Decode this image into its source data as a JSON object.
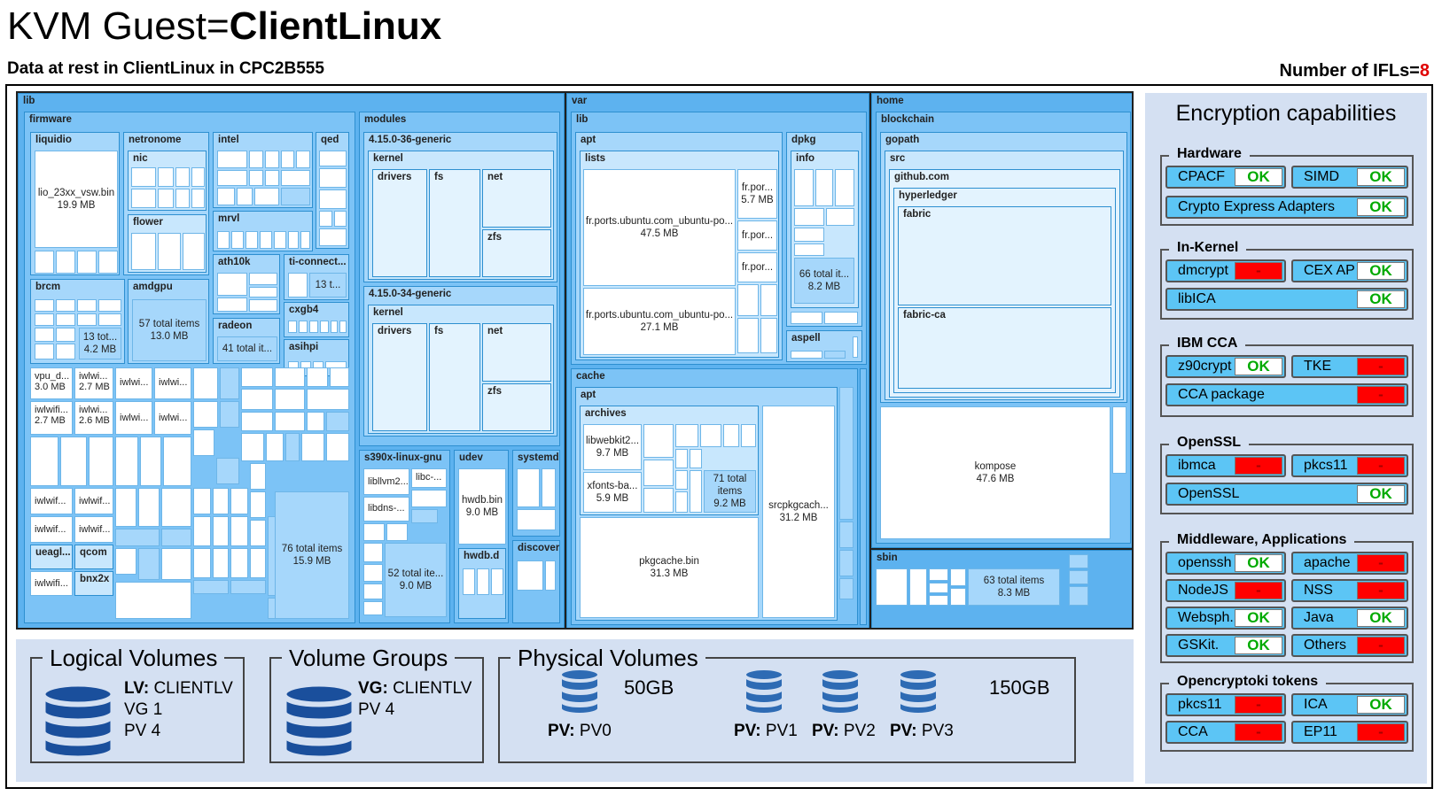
{
  "header": {
    "title_prefix": "KVM Guest=",
    "title_bold": "ClientLinux",
    "subtitle": "Data at rest in ClientLinux in CPC2B555",
    "ifl_label": "Number of IFLs=",
    "ifl_count": "8"
  },
  "treemap": {
    "lib": "lib",
    "firmware": "firmware",
    "liquidio": "liquidio",
    "lio_name": "lio_23xx_vsw.bin",
    "lio_size": "19.9 MB",
    "netronome": "netronome",
    "nic": "nic",
    "flower": "flower",
    "intel": "intel",
    "qed": "qed",
    "mrvl": "mrvl",
    "ath10k": "ath10k",
    "ti_connect": "ti-connect...",
    "ti_sub": "13 t...",
    "cxgb4": "cxgb4",
    "asihpi": "asihpi",
    "brcm": "brcm",
    "brcm_total": "13 tot...",
    "brcm_size": "4.2 MB",
    "amdgpu": "amdgpu",
    "amdgpu_total": "57 total items",
    "amdgpu_size": "13.0 MB",
    "radeon": "radeon",
    "radeon_total": "41 total it...",
    "vpu_name": "vpu_d...",
    "vpu_size": "3.0 MB",
    "iwl1_name": "iwlwi...",
    "iwl1_size": "2.7 MB",
    "iwl2": "iwlwi...",
    "iwl3": "iwlwi...",
    "iwl4_name": "iwlwifi...",
    "iwl4_size": "2.7 MB",
    "iwl5_name": "iwlwi...",
    "iwl5_size": "2.6 MB",
    "iwl6": "iwlwi...",
    "iwl7": "iwlwi...",
    "iwl8": "iwlwif...",
    "iwl9": "iwlwif...",
    "iwl10": "iwlwif...",
    "iwl11": "iwlwif...",
    "ueagl": "ueagl...",
    "qcom": "qcom",
    "iwl12": "iwlwifi...",
    "bnx2x": "bnx2x",
    "fw_total": "76 total items",
    "fw_size": "15.9 MB",
    "modules": "modules",
    "gen36": "4.15.0-36-generic",
    "gen34": "4.15.0-34-generic",
    "kernel": "kernel",
    "drivers": "drivers",
    "fs": "fs",
    "net": "net",
    "zfs": "zfs",
    "s390x": "s390x-linux-gnu",
    "libllvm": "libllvm2...",
    "libc": "libc-...",
    "libdns": "libdns-...",
    "s390_total": "52 total ite...",
    "s390_size": "9.0 MB",
    "udev": "udev",
    "hwdb_bin": "hwdb.bin",
    "hwdb_size": "9.0 MB",
    "hwdb_d": "hwdb.d",
    "systemd": "systemd",
    "discover": "discover",
    "var": "var",
    "var_lib": "lib",
    "apt": "apt",
    "lists": "lists",
    "fr1_name": "fr.ports.ubuntu.com_ubuntu-po...",
    "fr1_size": "47.5 MB",
    "fr2_name": "fr.ports.ubuntu.com_ubuntu-po...",
    "fr2_size": "27.1 MB",
    "fr3_name": "fr.por...",
    "fr3_size": "5.7 MB",
    "fr4": "fr.por...",
    "fr5": "fr.por...",
    "dpkg": "dpkg",
    "info": "info",
    "info_total": "66 total it...",
    "info_size": "8.2 MB",
    "aspell": "aspell",
    "cache": "cache",
    "cache_apt": "apt",
    "archives": "archives",
    "libwebkit_name": "libwebkit2...",
    "libwebkit_size": "9.7 MB",
    "xfonts_name": "xfonts-ba...",
    "xfonts_size": "5.9 MB",
    "arch_total": "71 total items",
    "arch_size": "9.2 MB",
    "srcpkg_name": "srcpkgcach...",
    "srcpkg_size": "31.2 MB",
    "pkgcache_name": "pkgcache.bin",
    "pkgcache_size": "31.3 MB",
    "home": "home",
    "blockchain": "blockchain",
    "gopath": "gopath",
    "src": "src",
    "github": "github.com",
    "hyperledger": "hyperledger",
    "fabric": "fabric",
    "fabric_ca": "fabric-ca",
    "kompose_name": "kompose",
    "kompose_size": "47.6 MB",
    "sbin": "sbin",
    "sbin_total": "63 total items",
    "sbin_size": "8.3 MB"
  },
  "volumes": {
    "lv_title": "Logical Volumes",
    "lv_key": "LV:",
    "lv_value": "CLIENTLV",
    "lv_vg": "VG 1",
    "lv_pv": "PV 4",
    "vg_title": "Volume Groups",
    "vg_key": "VG:",
    "vg_value": "CLIENTLV",
    "vg_pv": "PV 4",
    "pv_title": "Physical Volumes",
    "pv_size1": "50GB",
    "pv_size2": "150GB",
    "pv_key": "PV:",
    "pv0": "PV0",
    "pv1": "PV1",
    "pv2": "PV2",
    "pv3": "PV3"
  },
  "encryption": {
    "title": "Encryption capabilities",
    "groups": {
      "hardware": "Hardware",
      "inkernel": "In-Kernel",
      "ibmcca": "IBM CCA",
      "openssl": "OpenSSL",
      "middleware": "Middleware, Applications",
      "opencryptoki": "Opencryptoki tokens"
    },
    "items": {
      "cpacf": {
        "label": "CPACF",
        "status": "OK"
      },
      "simd": {
        "label": "SIMD",
        "status": "OK"
      },
      "crypto_express": {
        "label": "Crypto Express Adapters",
        "status": "OK"
      },
      "dmcrypt": {
        "label": "dmcrypt",
        "status": "-"
      },
      "cex_ap": {
        "label": "CEX AP",
        "status": "OK"
      },
      "libica": {
        "label": "libICA",
        "status": "OK"
      },
      "z90crypt": {
        "label": "z90crypt",
        "status": "OK"
      },
      "tke": {
        "label": "TKE",
        "status": "-"
      },
      "cca_package": {
        "label": "CCA package",
        "status": "-"
      },
      "ibmca": {
        "label": "ibmca",
        "status": "-"
      },
      "pkcs11_ssl": {
        "label": "pkcs11",
        "status": "-"
      },
      "openssl_item": {
        "label": "OpenSSL",
        "status": "OK"
      },
      "openssh": {
        "label": "openssh",
        "status": "OK"
      },
      "apache": {
        "label": "apache",
        "status": "-"
      },
      "nodejs": {
        "label": "NodeJS",
        "status": "-"
      },
      "nss": {
        "label": "NSS",
        "status": "-"
      },
      "websph": {
        "label": "Websph.",
        "status": "OK"
      },
      "java": {
        "label": "Java",
        "status": "OK"
      },
      "gskit": {
        "label": "GSKit.",
        "status": "OK"
      },
      "others": {
        "label": "Others",
        "status": "-"
      },
      "pkcs11_tok": {
        "label": "pkcs11",
        "status": "-"
      },
      "ica": {
        "label": "ICA",
        "status": "OK"
      },
      "cca": {
        "label": "CCA",
        "status": "-"
      },
      "ep11": {
        "label": "EP11",
        "status": "-"
      }
    },
    "colors": {
      "ok_text": "#00aa00",
      "fail_bg": "#ff0000",
      "pill_bg": "#5cc5f5",
      "panel_bg": "#d4e0f2"
    }
  }
}
